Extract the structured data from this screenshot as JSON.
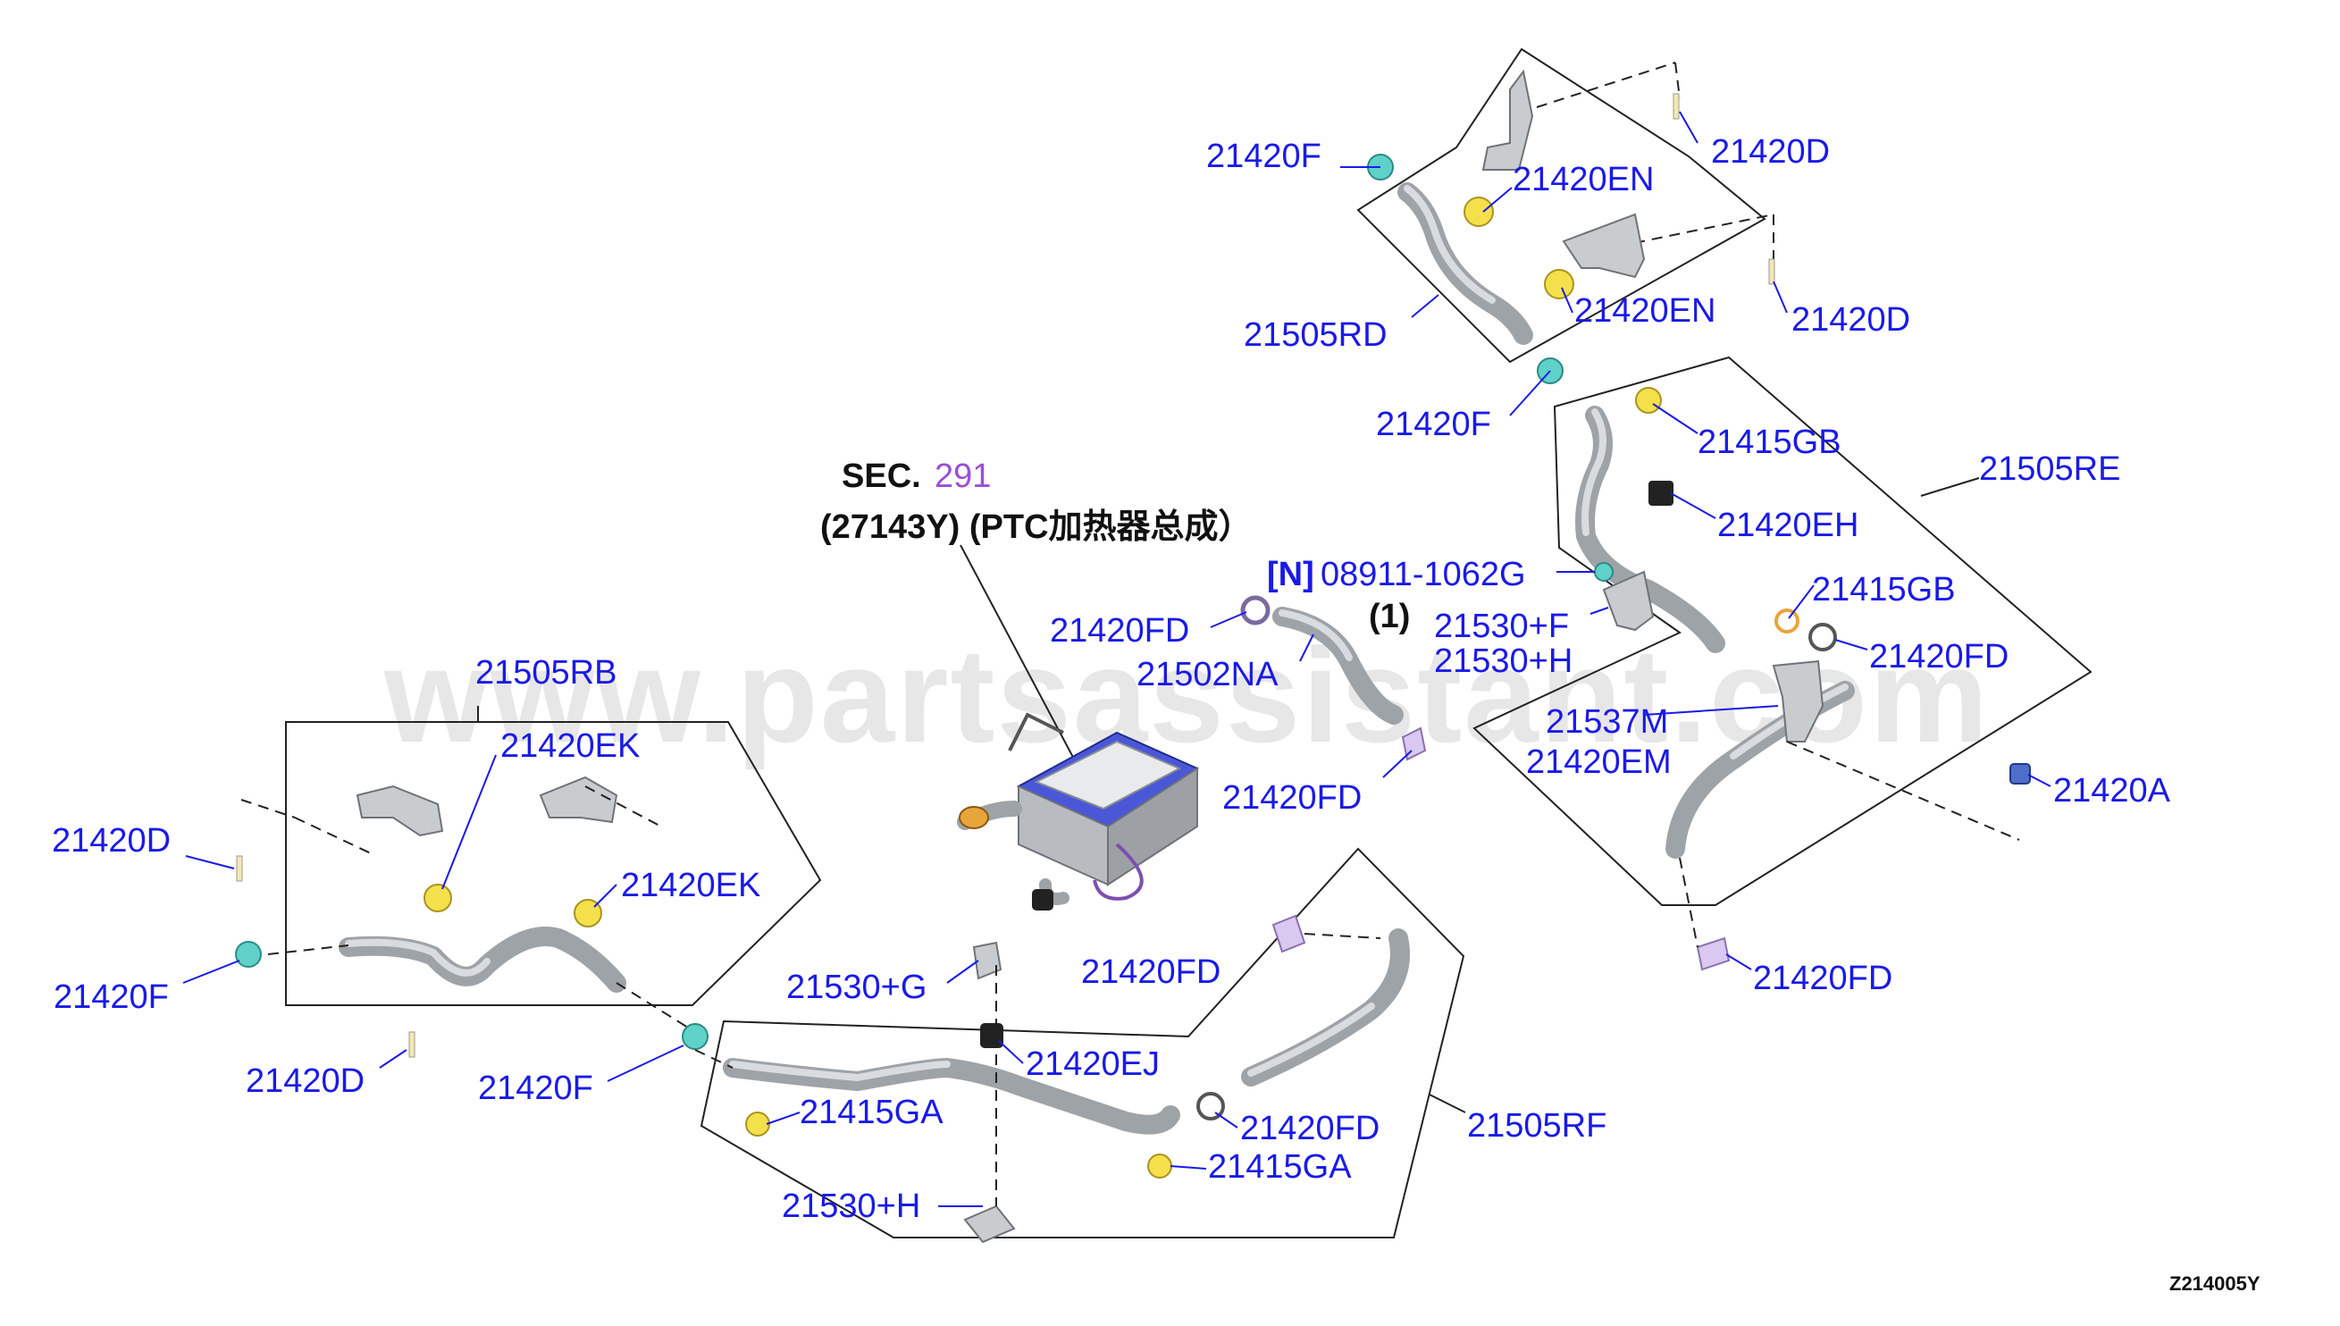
{
  "section": {
    "prefix": "SEC.",
    "number": "291",
    "line2": "(27143Y) (PTC加热器总成）"
  },
  "watermark": "www.partsassistant.com",
  "diagram_code": "Z214005Y",
  "labels": {
    "p21420F_a": "21420F",
    "p21420D_a": "21420D",
    "p21420EN_a": "21420EN",
    "p21420EN_b": "21420EN",
    "p21420D_b": "21420D",
    "p21505RD": "21505RD",
    "p21420F_b": "21420F",
    "p21415GB_a": "21415GB",
    "p21505RE": "21505RE",
    "p21420EH": "21420EH",
    "n_bracket": "[N]",
    "p08911": "08911-1062G",
    "qty": "(1)",
    "p21415GB_b": "21415GB",
    "p21530F_a": "21530+F",
    "p21530H_a": "21530+H",
    "p21420FD_a": "21420FD",
    "p21420FD_b": "21420FD",
    "p21502NA": "21502NA",
    "p21537M": "21537M",
    "p21420EM": "21420EM",
    "p21420A": "21420A",
    "p21420FD_c": "21420FD",
    "p21505RB": "21505RB",
    "p21420EK_a": "21420EK",
    "p21420D_c": "21420D",
    "p21420EK_b": "21420EK",
    "p21420F_c": "21420F",
    "p21420D_d": "21420D",
    "p21420F_d": "21420F",
    "p21530G": "21530+G",
    "p21420FD_d": "21420FD",
    "p21420FD_e": "21420FD",
    "p21420EJ": "21420EJ",
    "p21415GA_a": "21415GA",
    "p21420FD_f": "21420FD",
    "p21415GA_b": "21415GA",
    "p21505RF": "21505RF",
    "p21530H_b": "21530+H"
  },
  "colors": {
    "label_blue": "#1a1ae6",
    "section_purple": "#9a4fd6",
    "clip_yellow": "#f4e04a",
    "clamp_cyan": "#5fd1c9",
    "clamp_lilac": "#c9b6e6",
    "clip_orange": "#e8a53c",
    "heater_blue": "#4a58d8"
  }
}
